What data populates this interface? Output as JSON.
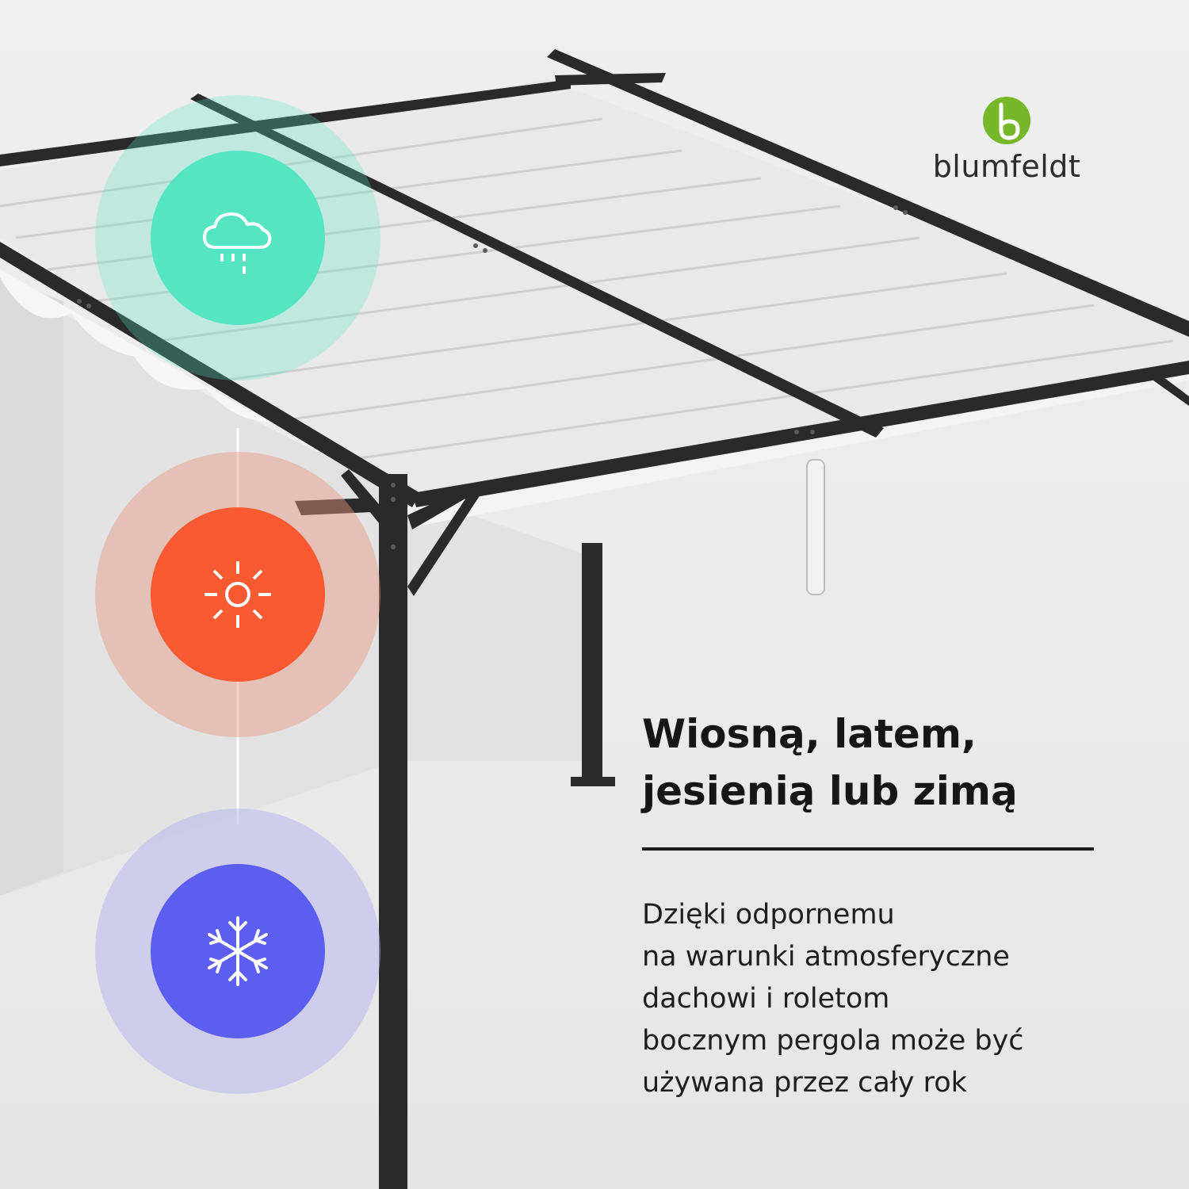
{
  "brand": {
    "name": "blumfeldt",
    "logo_color": "#76b82a"
  },
  "season_badges": [
    {
      "name": "rain",
      "icon": "rain-cloud-icon",
      "halo_color": "#c8efe0",
      "color": "#55e6c1"
    },
    {
      "name": "sun",
      "icon": "sun-icon",
      "halo_color": "#e2c3bb",
      "color": "#f95a32"
    },
    {
      "name": "snow",
      "icon": "snowflake-icon",
      "halo_color": "#d3d3ed",
      "color": "#5b5ef0"
    }
  ],
  "headline": {
    "line1": "Wiosną, latem,",
    "line2": "jesienią lub zimą"
  },
  "description": {
    "line1": "Dzięki odpornemu",
    "line2": "na warunki atmosferyczne",
    "line3": "dachowi i roletom",
    "line4": "bocznym pergola może być",
    "line5": "używana przez cały rok"
  },
  "colors": {
    "background": "#ececec",
    "frame": "#2a2a2a",
    "canopy": "#e4e4e4",
    "text": "#161616"
  }
}
